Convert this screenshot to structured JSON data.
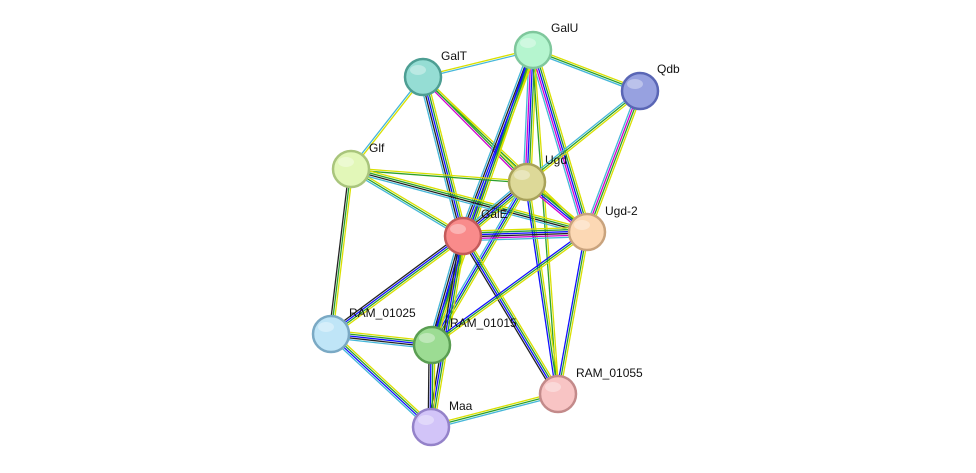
{
  "diagram": {
    "nodes": [
      {
        "id": "GalU",
        "label": "GalU",
        "color": "#b5f5cf",
        "stroke": "#7fc79c"
      },
      {
        "id": "Qdb",
        "label": "Qdb",
        "color": "#97a1e0",
        "stroke": "#5a66b5"
      },
      {
        "id": "GalT",
        "label": "GalT",
        "color": "#95ddd4",
        "stroke": "#4d9e93"
      },
      {
        "id": "Glf",
        "label": "Glf",
        "color": "#e2f7b8",
        "stroke": "#a9c57c"
      },
      {
        "id": "Ugd",
        "label": "Ugd",
        "color": "#ddd998",
        "stroke": "#a8a25a"
      },
      {
        "id": "GalE",
        "label": "GalE",
        "color": "#f98b8b",
        "stroke": "#c45a5a"
      },
      {
        "id": "Ugd-2",
        "label": "Ugd-2",
        "color": "#fcd8b4",
        "stroke": "#c9a37d"
      },
      {
        "id": "RAM_01025",
        "label": "RAM_01025",
        "color": "#bfe5f7",
        "stroke": "#7aa9c4"
      },
      {
        "id": "RAM_01015",
        "label": "RAM_01015",
        "color": "#9cdc93",
        "stroke": "#5a9e52"
      },
      {
        "id": "RAM_01055",
        "label": "RAM_01055",
        "color": "#f8c4c4",
        "stroke": "#c38a8a"
      },
      {
        "id": "Maa",
        "label": "Maa",
        "color": "#d2c4f8",
        "stroke": "#9482c9"
      }
    ],
    "edges": [
      {
        "a": "GalT",
        "b": "GalU",
        "colors": [
          "#d9e000",
          "#45b7d9"
        ]
      },
      {
        "a": "GalT",
        "b": "Glf",
        "colors": [
          "#d9e000",
          "#45b7d9"
        ]
      },
      {
        "a": "GalT",
        "b": "Ugd",
        "colors": [
          "#d9e000",
          "#2ca02c",
          "#d000d0"
        ]
      },
      {
        "a": "GalT",
        "b": "GalE",
        "colors": [
          "#d9e000",
          "#2ca02c",
          "#1010ff",
          "#222222",
          "#45b7d9"
        ]
      },
      {
        "a": "GalT",
        "b": "Ugd-2",
        "colors": [
          "#d9e000",
          "#2ca02c"
        ]
      },
      {
        "a": "GalU",
        "b": "Qdb",
        "colors": [
          "#d9e000",
          "#2ca02c",
          "#45b7d9"
        ]
      },
      {
        "a": "GalU",
        "b": "Ugd",
        "colors": [
          "#d9e000",
          "#2ca02c",
          "#1010ff",
          "#d000d0",
          "#45b7d9"
        ]
      },
      {
        "a": "GalU",
        "b": "GalE",
        "colors": [
          "#d9e000",
          "#2ca02c",
          "#1010ff",
          "#222222",
          "#45b7d9"
        ]
      },
      {
        "a": "GalU",
        "b": "Ugd-2",
        "colors": [
          "#d9e000",
          "#2ca02c",
          "#1010ff",
          "#d000d0",
          "#45b7d9"
        ]
      },
      {
        "a": "GalU",
        "b": "RAM_01015",
        "colors": [
          "#d9e000",
          "#2ca02c",
          "#1010ff"
        ]
      },
      {
        "a": "GalU",
        "b": "RAM_01055",
        "colors": [
          "#d9e000",
          "#2ca02c"
        ]
      },
      {
        "a": "Qdb",
        "b": "Ugd",
        "colors": [
          "#d9e000",
          "#2ca02c",
          "#45b7d9"
        ]
      },
      {
        "a": "Qdb",
        "b": "Ugd-2",
        "colors": [
          "#d9e000",
          "#2ca02c",
          "#d000d0",
          "#45b7d9"
        ]
      },
      {
        "a": "Glf",
        "b": "Ugd",
        "colors": [
          "#d9e000",
          "#2ca02c"
        ]
      },
      {
        "a": "Glf",
        "b": "GalE",
        "colors": [
          "#d9e000",
          "#2ca02c",
          "#45b7d9"
        ]
      },
      {
        "a": "Glf",
        "b": "Ugd-2",
        "colors": [
          "#d9e000",
          "#2ca02c",
          "#222222",
          "#45b7d9"
        ]
      },
      {
        "a": "Glf",
        "b": "RAM_01025",
        "colors": [
          "#d9e000",
          "#2ca02c",
          "#222222"
        ]
      },
      {
        "a": "Ugd",
        "b": "GalE",
        "colors": [
          "#d9e000",
          "#2ca02c",
          "#1010ff",
          "#222222",
          "#45b7d9"
        ]
      },
      {
        "a": "Ugd",
        "b": "Ugd-2",
        "colors": [
          "#d9e000",
          "#2ca02c",
          "#1010ff",
          "#d000d0"
        ]
      },
      {
        "a": "Ugd",
        "b": "RAM_01015",
        "colors": [
          "#d9e000",
          "#2ca02c",
          "#1010ff",
          "#45b7d9"
        ]
      },
      {
        "a": "Ugd",
        "b": "RAM_01055",
        "colors": [
          "#d9e000",
          "#2ca02c",
          "#1010ff"
        ]
      },
      {
        "a": "GalE",
        "b": "Ugd-2",
        "colors": [
          "#d9e000",
          "#2ca02c",
          "#1010ff",
          "#222222",
          "#d000d0",
          "#45b7d9"
        ]
      },
      {
        "a": "GalE",
        "b": "RAM_01025",
        "colors": [
          "#d9e000",
          "#2ca02c",
          "#1010ff",
          "#222222"
        ]
      },
      {
        "a": "GalE",
        "b": "RAM_01015",
        "colors": [
          "#d9e000",
          "#2ca02c",
          "#1010ff",
          "#222222",
          "#45b7d9"
        ]
      },
      {
        "a": "GalE",
        "b": "RAM_01055",
        "colors": [
          "#d9e000",
          "#2ca02c",
          "#1010ff",
          "#222222"
        ]
      },
      {
        "a": "GalE",
        "b": "Maa",
        "colors": [
          "#d9e000",
          "#2ca02c",
          "#1010ff",
          "#222222"
        ]
      },
      {
        "a": "Ugd-2",
        "b": "RAM_01015",
        "colors": [
          "#d9e000",
          "#2ca02c",
          "#1010ff"
        ]
      },
      {
        "a": "Ugd-2",
        "b": "RAM_01055",
        "colors": [
          "#d9e000",
          "#2ca02c",
          "#1010ff"
        ]
      },
      {
        "a": "RAM_01025",
        "b": "RAM_01015",
        "colors": [
          "#d9e000",
          "#2ca02c",
          "#1010ff",
          "#222222",
          "#45b7d9"
        ]
      },
      {
        "a": "RAM_01025",
        "b": "Maa",
        "colors": [
          "#d9e000",
          "#2ca02c",
          "#1010ff",
          "#45b7d9"
        ]
      },
      {
        "a": "RAM_01015",
        "b": "Maa",
        "colors": [
          "#d9e000",
          "#2ca02c",
          "#1010ff",
          "#222222"
        ]
      },
      {
        "a": "Maa",
        "b": "RAM_01055",
        "colors": [
          "#d9e000",
          "#2ca02c",
          "#45b7d9"
        ]
      }
    ]
  }
}
